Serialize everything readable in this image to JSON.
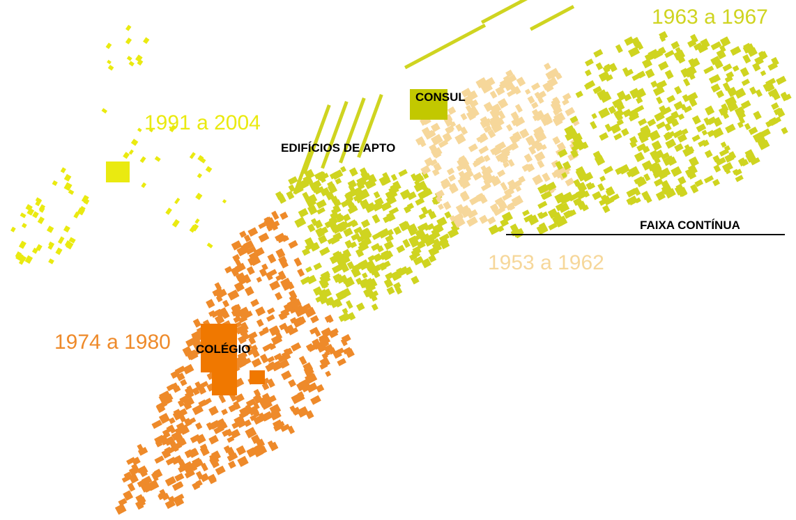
{
  "periods": [
    {
      "id": "p1963",
      "label": "1963 a 1967",
      "color": "#cfd420"
    },
    {
      "id": "p1991",
      "label": "1991 a 2004",
      "color": "#eaea10"
    },
    {
      "id": "p1953",
      "label": "1953 a 1962",
      "color": "#f6d79a"
    },
    {
      "id": "p1974",
      "label": "1974 a 1980",
      "color": "#ee8a2a"
    }
  ],
  "landmarks": {
    "consul": "CONSUL",
    "edificios": "EDIFÍCIOS DE APTO",
    "colegio": "COLÉGIO",
    "faixa": "FAIXA CONTÍNUA"
  },
  "colors": {
    "consul_block": "#c2c800",
    "colegio_block": "#f07800",
    "line": "#000000"
  }
}
